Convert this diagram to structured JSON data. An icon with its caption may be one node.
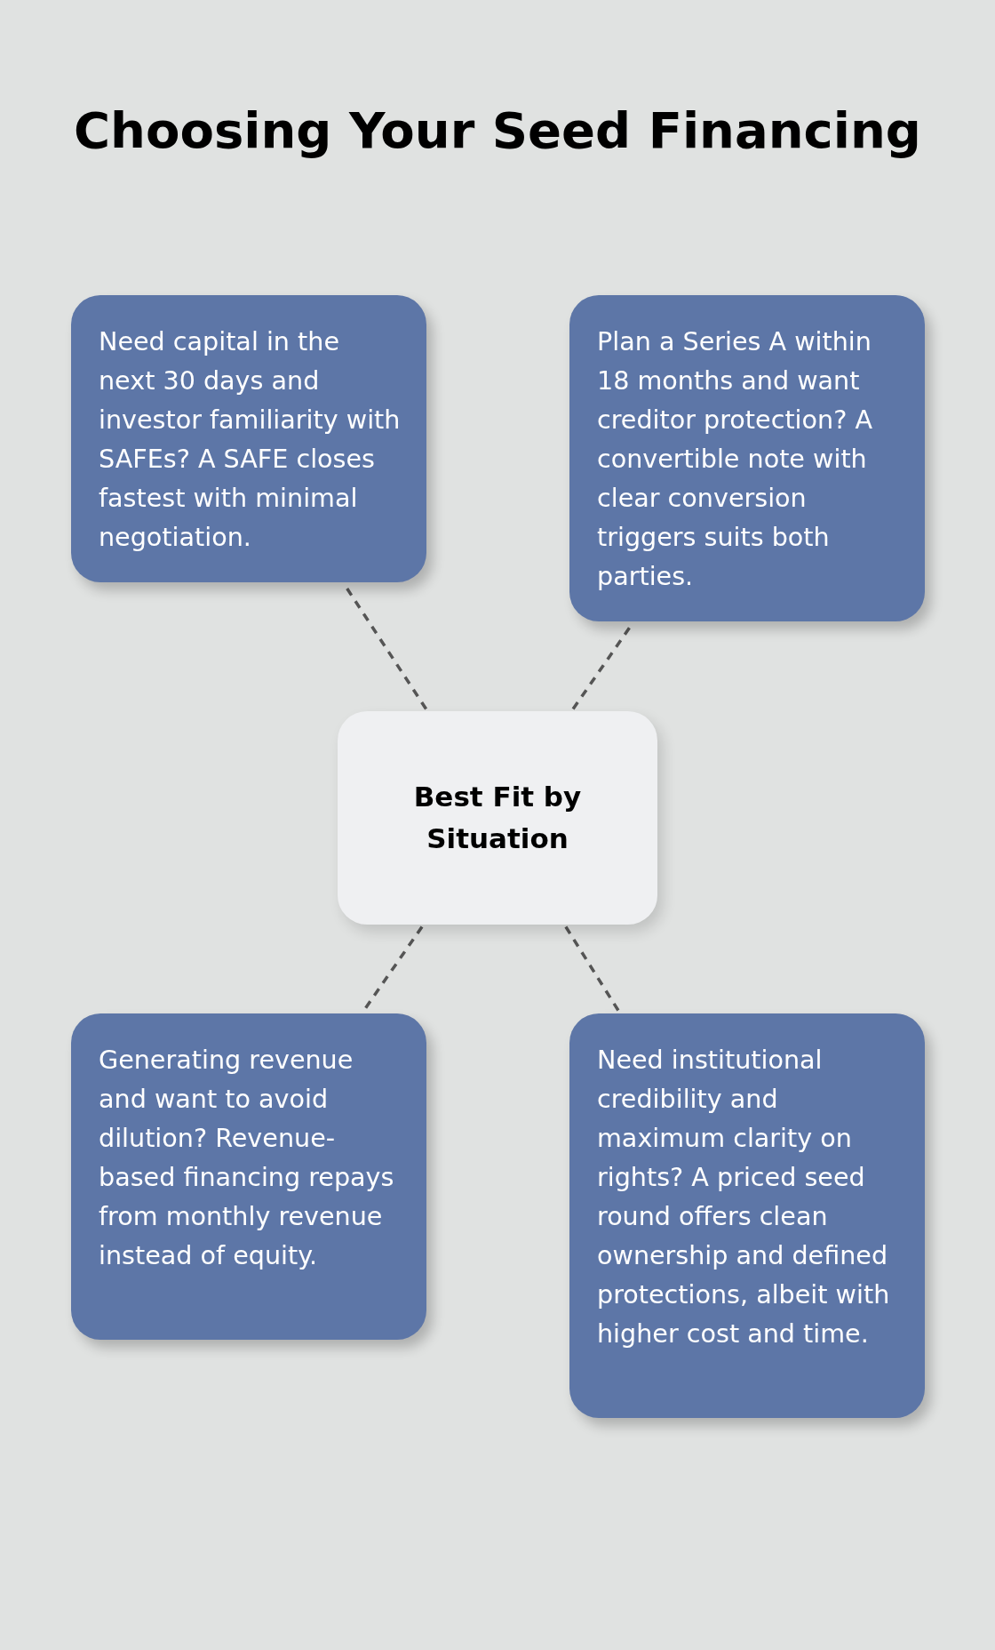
{
  "diagram": {
    "title": "Choosing Your Seed Financing",
    "nodes": [
      {
        "text": [
          "Need capital in the next 30 days and investor familiarity with SAFEs? A SAFE closes fastest with minimal negotiation."
        ]
      },
      {
        "text": [
          "Plan a Series A within 18 months and want creditor protection? A convertible note with clear conversion triggers suits both parties."
        ]
      },
      {
        "text": [
          "Best Fit by Situation"
        ]
      },
      {
        "text": [
          "Generating revenue and want to avoid dilution? Revenue-based financing repays from monthly revenue instead of equity."
        ]
      },
      {
        "text": [
          "Need institutional credibility and maximum clarity on rights? A priced seed round offers clean ownership and defined protections, albeit with higher cost and time."
        ]
      }
    ],
    "edges": [
      {
        "from": 2,
        "to": 0,
        "arrow": "none",
        "style": "dashed"
      },
      {
        "from": 2,
        "to": 1,
        "arrow": "none",
        "style": "dashed"
      },
      {
        "from": 2,
        "to": 3,
        "arrow": "none",
        "style": "dashed"
      },
      {
        "from": 2,
        "to": 4,
        "arrow": "none",
        "style": "dashed"
      }
    ]
  }
}
